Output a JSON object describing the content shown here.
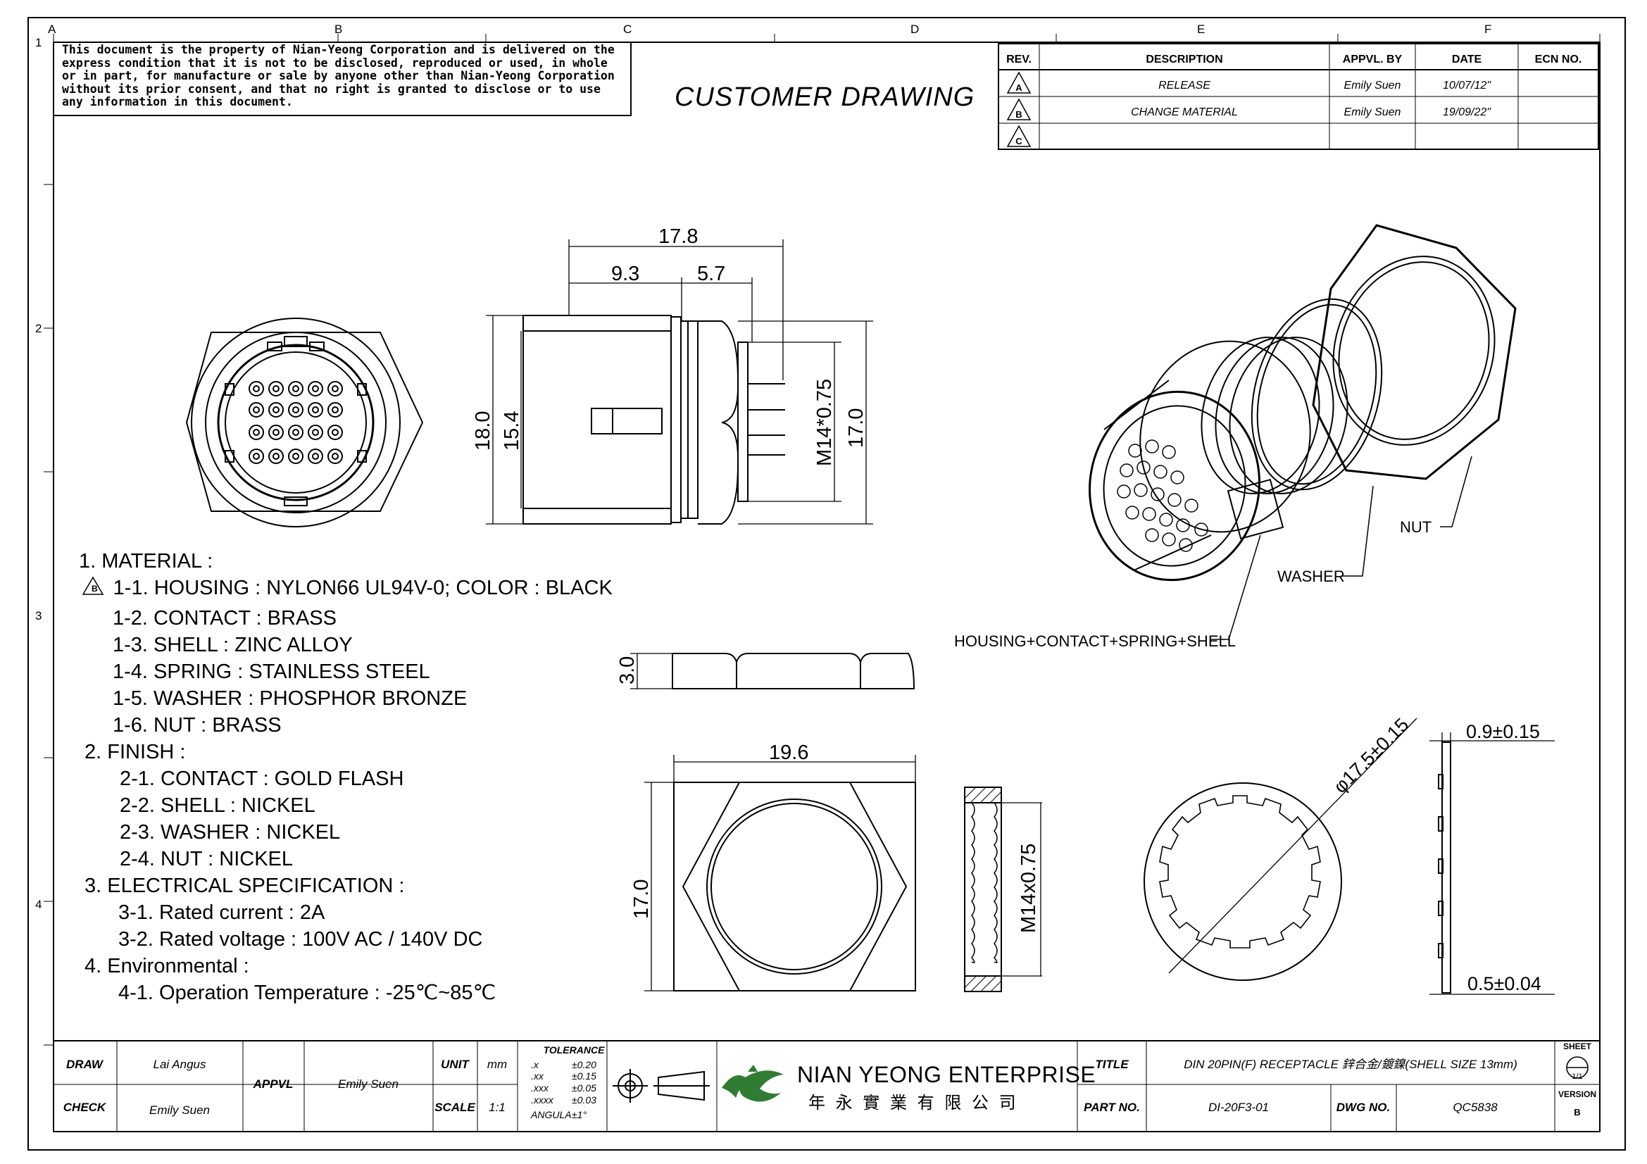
{
  "sheet": {
    "col_labels": [
      "A",
      "B",
      "C",
      "D",
      "E",
      "F"
    ],
    "row_labels": [
      "1",
      "2",
      "3",
      "4"
    ],
    "notice": "This document is the property of Nian-Yeong Corporation and is delivered on the express condition that it is not to be disclosed, reproduced or used, in whole or in part, for manufacture or sale by anyone other than Nian-Yeong Corporation without its prior consent, and that no right is granted to disclose or to use any information in this document.",
    "heading": "CUSTOMER  DRAWING"
  },
  "revision_table": {
    "headers": {
      "rev": "REV.",
      "description": "DESCRIPTION",
      "appvl_by": "APPVL. BY",
      "date": "DATE",
      "ecn": "ECN NO."
    },
    "rows": [
      {
        "rev": "A",
        "description": "RELEASE",
        "appvl_by": "Emily Suen",
        "date": "10/07/12\"",
        "ecn": ""
      },
      {
        "rev": "B",
        "description": "CHANGE MATERIAL",
        "appvl_by": "Emily Suen",
        "date": "19/09/22\"",
        "ecn": ""
      },
      {
        "rev": "C",
        "description": "",
        "appvl_by": "",
        "date": "",
        "ecn": ""
      }
    ]
  },
  "dimensions": {
    "side_total_width": "17.8",
    "side_body_width": "9.3",
    "side_rear_width": "5.7",
    "side_height_outer": "18.0",
    "side_height_inner": "15.4",
    "side_thread": "M14*0.75",
    "side_thread_height": "17.0",
    "nut_thickness": "3.0",
    "nut_width": "19.6",
    "nut_height": "17.0",
    "nut_thread": "M14x0.75",
    "washer_diameter": "φ17.5±0.15",
    "washer_thickness": "0.9±0.15",
    "washer_tab": "0.5±0.04"
  },
  "callouts": {
    "nut": "NUT",
    "washer": "WASHER",
    "assembly": "HOUSING+CONTACT+SPRING+SHELL"
  },
  "notes": {
    "material_title": "1. MATERIAL :",
    "rev_mark": "B",
    "m1": "1-1. HOUSING : NYLON66 UL94V-0; COLOR : BLACK",
    "m2": "1-2. CONTACT : BRASS",
    "m3": "1-3. SHELL : ZINC ALLOY",
    "m4": "1-4. SPRING : STAINLESS STEEL",
    "m5": "1-5. WASHER : PHOSPHOR BRONZE",
    "m6": "1-6. NUT : BRASS",
    "finish_title": "2. FINISH :",
    "f1": "2-1. CONTACT : GOLD FLASH",
    "f2": "2-2. SHELL : NICKEL",
    "f3": "2-3. WASHER : NICKEL",
    "f4": "2-4. NUT : NICKEL",
    "elec_title": "3. ELECTRICAL SPECIFICATION :",
    "e1": "3-1. Rated current : 2A",
    "e2": "3-2. Rated voltage : 100V AC / 140V DC",
    "env_title": "4. Environmental :",
    "env1": "4-1. Operation Temperature : -25℃~85℃"
  },
  "title_block": {
    "draw_label": "DRAW",
    "draw_value": "Lai Angus",
    "check_label": "CHECK",
    "check_value": "Emily Suen",
    "appvl_label": "APPVL",
    "appvl_value": "Emily Suen",
    "unit_label": "UNIT",
    "unit_value": "mm",
    "scale_label": "SCALE",
    "scale_value": "1:1",
    "tolerance_title": "TOLERANCE",
    "tolerances": [
      {
        "k": ".x",
        "v": "±0.20"
      },
      {
        "k": ".xx",
        "v": "±0.15"
      },
      {
        "k": ".xxx",
        "v": "±0.05"
      },
      {
        "k": ".xxxx",
        "v": "±0.03"
      },
      {
        "k": "ANGULA",
        "v": "±1°"
      }
    ],
    "company_name": "NIAN YEONG ENTERPRISE",
    "company_cn": "年 永 實 業 有 限 公 司",
    "title_label": "TITLE",
    "title_value": "DIN 20PIN(F) RECEPTACLE 鋅合金/鍍鎳(SHELL SIZE 13mm)",
    "partno_label": "PART NO.",
    "partno_value": "DI-20F3-01",
    "dwgno_label": "DWG NO.",
    "dwgno_value": "QC5838",
    "sheet_label": "SHEET",
    "sheet_value": "1/1",
    "version_label": "VERSION",
    "version_value": "B"
  },
  "colors": {
    "ink": "#000000",
    "logo_green": "#2f7d32",
    "paper": "#ffffff"
  }
}
